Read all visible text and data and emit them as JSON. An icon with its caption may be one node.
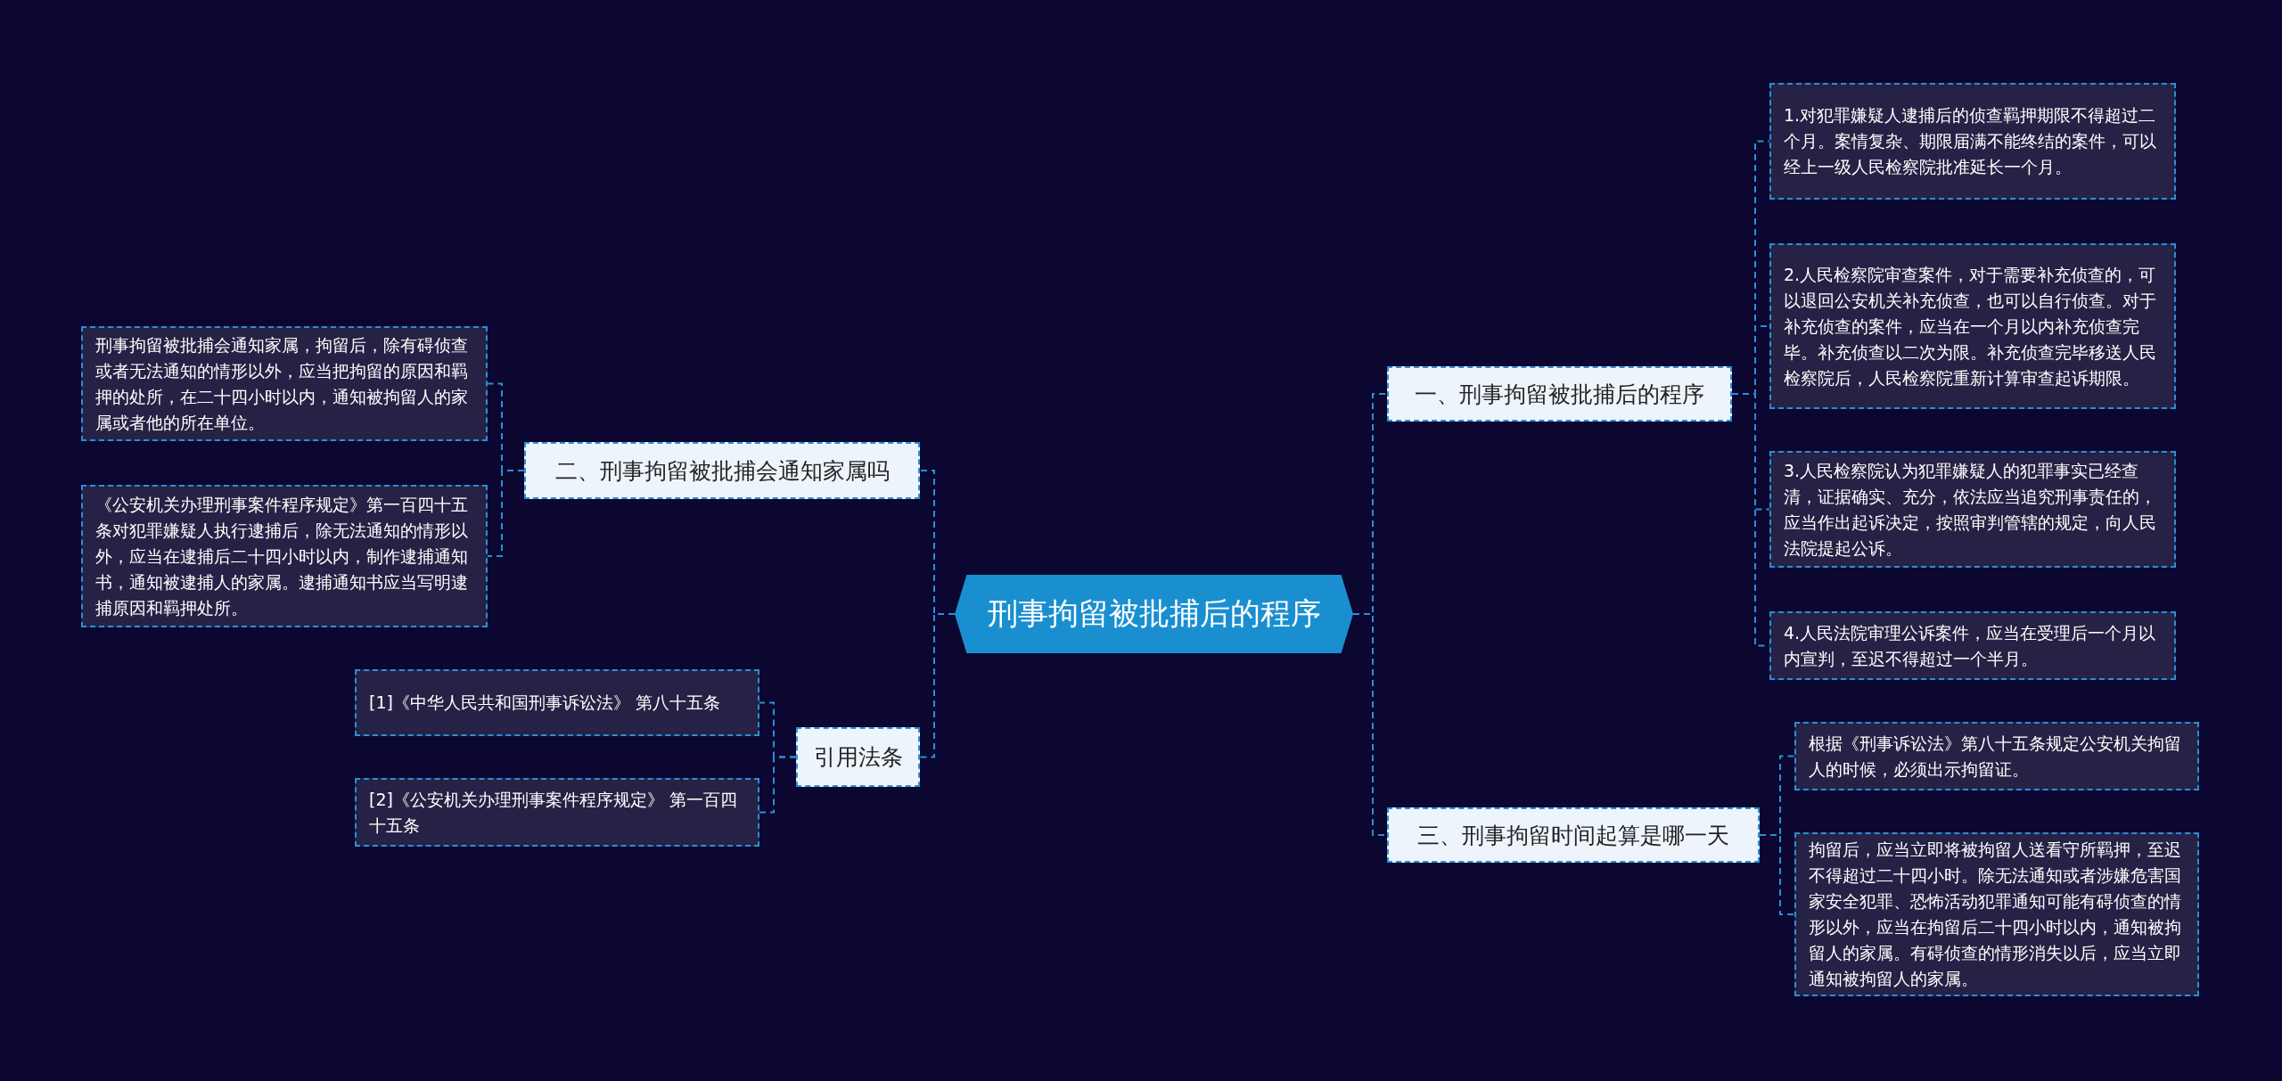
{
  "diagram": {
    "nodes": [
      {
        "text": [
          "刑事拘留被批捕后的程序"
        ]
      },
      {
        "text": [
          "一、刑事拘留被批捕后的程序"
        ]
      },
      {
        "text": [
          "1.对犯罪嫌疑人逮捕后的侦查羁押期限不得超过二个月。案情复杂、期限届满不能终结的案件，可以经上一级人民检察院批准延长一个月。"
        ]
      },
      {
        "text": [
          "2.人民检察院审查案件，对于需要补充侦查的，可以退回公安机关补充侦查，也可以自行侦查。对于补充侦查的案件，应当在一个月以内补充侦查完毕。补充侦查以二次为限。补充侦查完毕移送人民检察院后，人民检察院重新计算审查起诉期限。"
        ]
      },
      {
        "text": [
          "3.人民检察院认为犯罪嫌疑人的犯罪事实已经查清，证据确实、充分，依法应当追究刑事责任的，应当作出起诉决定，按照审判管辖的规定，向人民法院提起公诉。"
        ]
      },
      {
        "text": [
          "4.人民法院审理公诉案件，应当在受理后一个月以内宣判，至迟不得超过一个半月。"
        ]
      },
      {
        "text": [
          "三、刑事拘留时间起算是哪一天"
        ]
      },
      {
        "text": [
          "根据《刑事诉讼法》第八十五条规定公安机关拘留人的时候，必须出示拘留证。"
        ]
      },
      {
        "text": [
          "拘留后，应当立即将被拘留人送看守所羁押，至迟不得超过二十四小时。除无法通知或者涉嫌危害国家安全犯罪、恐怖活动犯罪通知可能有碍侦查的情形以外，应当在拘留后二十四小时以内，通知被拘留人的家属。有碍侦查的情形消失以后，应当立即通知被拘留人的家属。"
        ]
      },
      {
        "text": [
          "二、刑事拘留被批捕会通知家属吗"
        ]
      },
      {
        "text": [
          "刑事拘留被批捕会通知家属，拘留后，除有碍侦查或者无法通知的情形以外，应当把拘留的原因和羁押的处所，在二十四小时以内，通知被拘留人的家属或者他的所在单位。"
        ]
      },
      {
        "text": [
          "《公安机关办理刑事案件程序规定》第一百四十五条对犯罪嫌疑人执行逮捕后，除无法通知的情形以外，应当在逮捕后二十四小时以内，制作逮捕通知书，通知被逮捕人的家属。逮捕通知书应当写明逮捕原因和羁押处所。"
        ]
      },
      {
        "text": [
          "引用法条"
        ]
      },
      {
        "text": [
          "[1]《中华人民共和国刑事诉讼法》 第八十五条"
        ]
      },
      {
        "text": [
          "[2]《公安机关办理刑事案件程序规定》 第一百四十五条"
        ]
      }
    ],
    "edges": [
      {
        "from": 0,
        "to": 1,
        "arrow": "none"
      },
      {
        "from": 1,
        "to": 2,
        "arrow": "none"
      },
      {
        "from": 1,
        "to": 3,
        "arrow": "none"
      },
      {
        "from": 1,
        "to": 4,
        "arrow": "none"
      },
      {
        "from": 1,
        "to": 5,
        "arrow": "none"
      },
      {
        "from": 0,
        "to": 6,
        "arrow": "none"
      },
      {
        "from": 6,
        "to": 7,
        "arrow": "none"
      },
      {
        "from": 6,
        "to": 8,
        "arrow": "none"
      },
      {
        "from": 0,
        "to": 9,
        "arrow": "none"
      },
      {
        "from": 9,
        "to": 10,
        "arrow": "none"
      },
      {
        "from": 9,
        "to": 11,
        "arrow": "none"
      },
      {
        "from": 0,
        "to": 12,
        "arrow": "none"
      },
      {
        "from": 12,
        "to": 13,
        "arrow": "none"
      },
      {
        "from": 12,
        "to": 14,
        "arrow": "none"
      }
    ]
  }
}
